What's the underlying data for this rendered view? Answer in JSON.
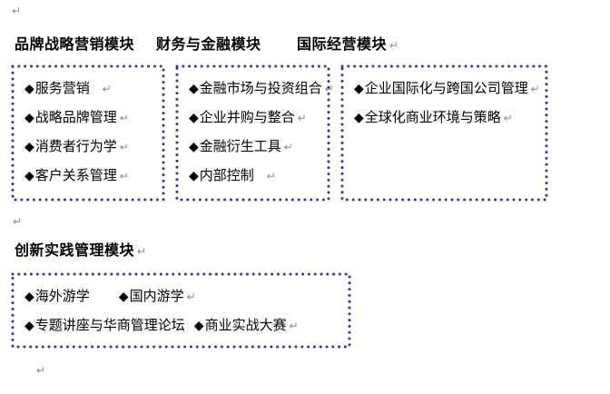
{
  "canvas": {
    "background": "#ffffff",
    "dot_border_color": "#333399"
  },
  "marks": {
    "paragraph": "↵"
  },
  "bullet": "◆",
  "headings": {
    "brand": "品牌战略营销模块",
    "finance": "财务与金融模块",
    "international": "国际经营模块",
    "innovation": "创新实践管理模块"
  },
  "boxes": {
    "brand": {
      "items": [
        "服务营销",
        "战略品牌管理",
        "消费者行为学",
        "客户关系管理"
      ]
    },
    "finance": {
      "items": [
        "金融市场与投资组合",
        "企业并购与整合",
        "金融衍生工具",
        "内部控制"
      ]
    },
    "international": {
      "items": [
        "企业国际化与跨国公司管理",
        "全球化商业环境与策略"
      ]
    },
    "innovation": {
      "rows": [
        [
          "海外游学",
          "国内游学"
        ],
        [
          "专题讲座与华商管理论坛",
          "商业实战大赛"
        ]
      ]
    }
  }
}
